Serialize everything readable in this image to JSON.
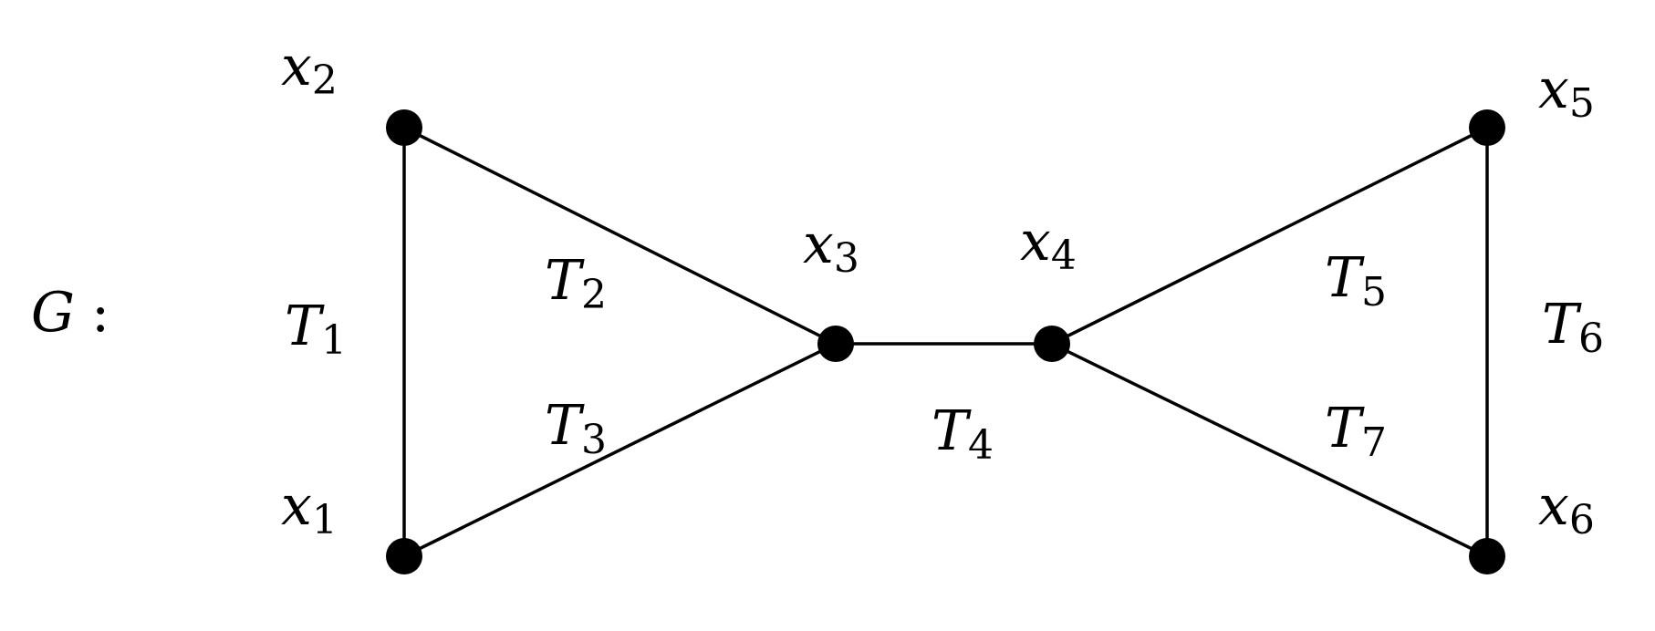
{
  "graph_name": "G",
  "graph_colon": ":",
  "vertices": [
    {
      "id": "x1",
      "letter": "x",
      "subscript": "1"
    },
    {
      "id": "x2",
      "letter": "x",
      "subscript": "2"
    },
    {
      "id": "x3",
      "letter": "x",
      "subscript": "3"
    },
    {
      "id": "x4",
      "letter": "x",
      "subscript": "4"
    },
    {
      "id": "x5",
      "letter": "x",
      "subscript": "5"
    },
    {
      "id": "x6",
      "letter": "x",
      "subscript": "6"
    }
  ],
  "edges": [
    {
      "from": "x1",
      "to": "x2",
      "letter": "T",
      "subscript": "1"
    },
    {
      "from": "x2",
      "to": "x3",
      "letter": "T",
      "subscript": "2"
    },
    {
      "from": "x1",
      "to": "x3",
      "letter": "T",
      "subscript": "3"
    },
    {
      "from": "x3",
      "to": "x4",
      "letter": "T",
      "subscript": "4"
    },
    {
      "from": "x4",
      "to": "x5",
      "letter": "T",
      "subscript": "5"
    },
    {
      "from": "x5",
      "to": "x6",
      "letter": "T",
      "subscript": "6"
    },
    {
      "from": "x4",
      "to": "x6",
      "letter": "T",
      "subscript": "7"
    }
  ],
  "colors": {
    "ink": "#000000",
    "background": "#ffffff"
  }
}
